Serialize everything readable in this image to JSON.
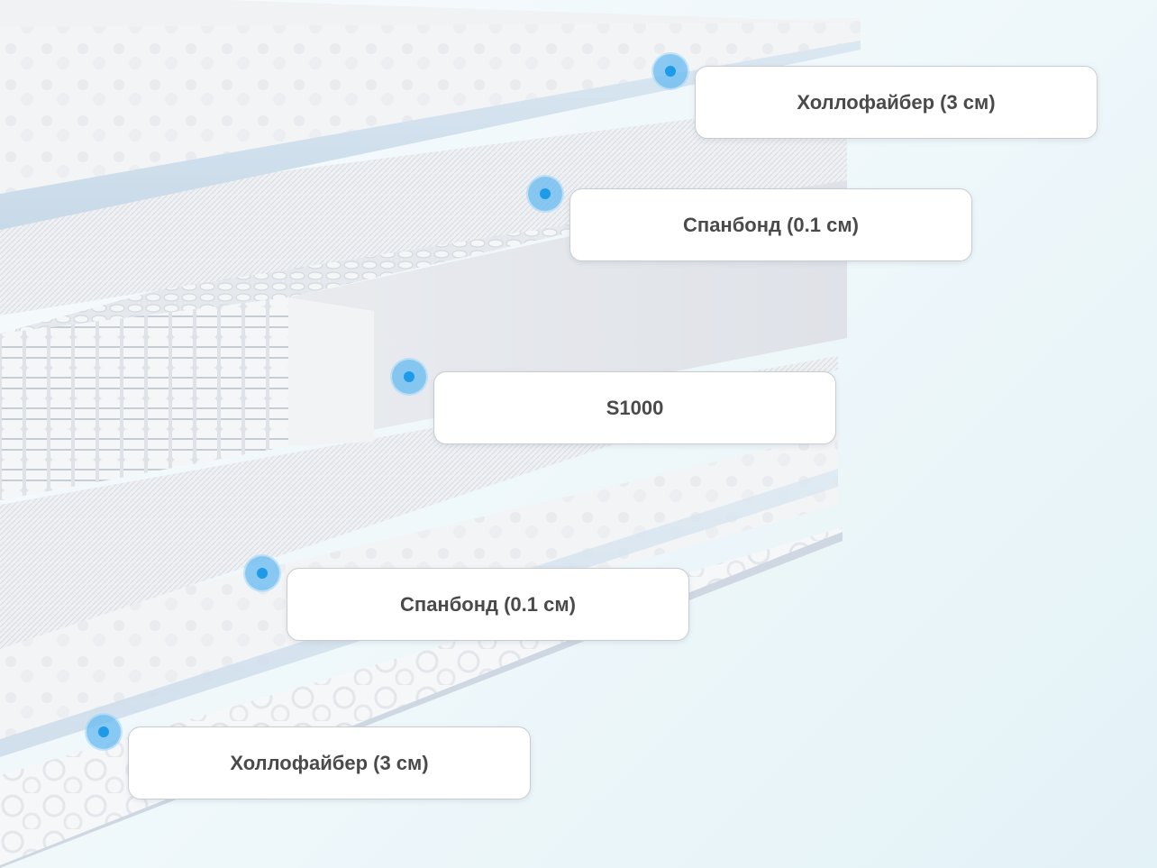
{
  "layers": [
    {
      "id": "top-hollofiber",
      "label": "Холлофайбер (3 см)"
    },
    {
      "id": "top-spunbond",
      "label": "Спанбонд (0.1 см)"
    },
    {
      "id": "spring-block",
      "label": "S1000"
    },
    {
      "id": "bottom-spunbond",
      "label": "Спанбонд (0.1 см)"
    },
    {
      "id": "bottom-hollofiber",
      "label": "Холлофайбер (3 см)"
    }
  ]
}
